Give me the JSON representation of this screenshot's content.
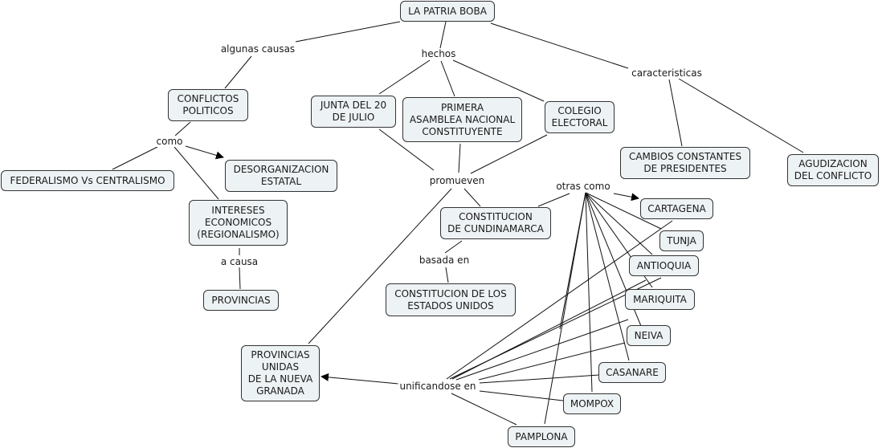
{
  "title": "LA PATRIA BOBA",
  "concepts": {
    "root": "LA PATRIA BOBA",
    "conflictos": "CONFLICTOS\nPOLITICOS",
    "federalismo": "FEDERALISMO Vs CENTRALISMO",
    "desorganizacion": "DESORGANIZACION\nESTATAL",
    "intereses": "INTERESES\nECONOMICOS\n(REGIONALISMO)",
    "provincias": "PROVINCIAS",
    "junta": "JUNTA DEL 20\nDE JULIO",
    "asamblea": "PRIMERA\nASAMBLEA NACIONAL\nCONSTITUYENTE",
    "colegio": "COLEGIO\nELECTORAL",
    "cundinamarca": "CONSTITUCION\nDE CUNDINAMARCA",
    "eeuu": "CONSTITUCION DE LOS\nESTADOS UNIDOS",
    "unidas": "PROVINCIAS\nUNIDAS\nDE LA NUEVA\nGRANADA",
    "cambios": "CAMBIOS CONSTANTES\nDE PRESIDENTES",
    "agudizacion": "AGUDIZACION\nDEL CONFLICTO",
    "cartagena": "CARTAGENA",
    "tunja": "TUNJA",
    "antioquia": "ANTIOQUIA",
    "mariquita": "MARIQUITA",
    "neiva": "NEIVA",
    "casanare": "CASANARE",
    "mompox": "MOMPOX",
    "pamplona": "PAMPLONA"
  },
  "linking_phrases": {
    "algunas_causas": "algunas causas",
    "hechos": "hechos",
    "caracteristicas": "caracteristicas",
    "como": "como",
    "a_causa": "a causa",
    "promueven": "promueven",
    "basada_en": "basada en",
    "otras_como": "otras como",
    "unificandose_en": "unificandose en"
  }
}
